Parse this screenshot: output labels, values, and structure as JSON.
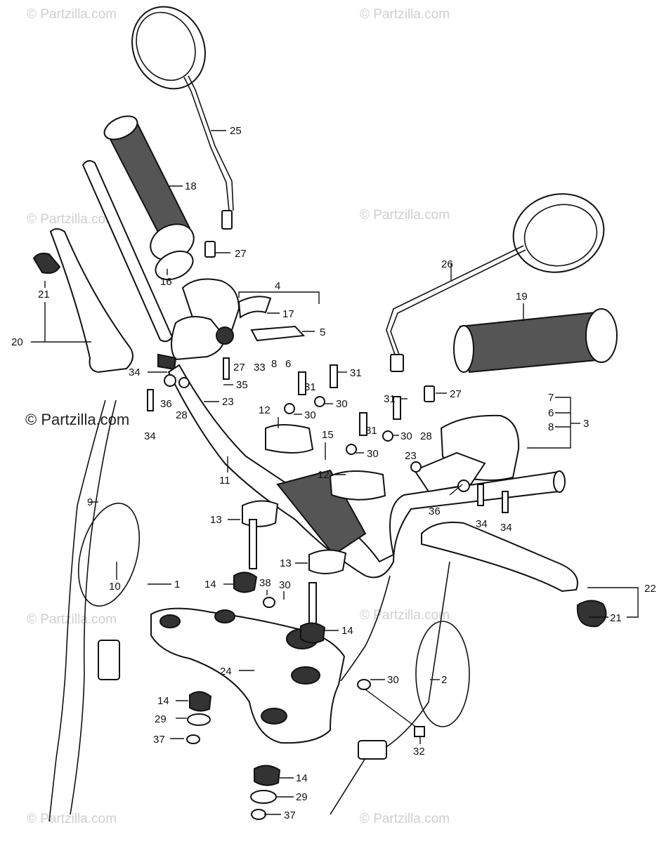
{
  "watermarks": {
    "tl": "© Partzilla.com",
    "tr": "© Partzilla.com",
    "ml": "© Partzilla.com",
    "mr": "© Partzilla.com",
    "big": "© Partzilla.com",
    "bl1": "© Partzilla.com",
    "br1": "© Partzilla.com",
    "bl2": "© Partzilla.com",
    "br2": "© Partzilla.com"
  },
  "labels": {
    "l25": "25",
    "l18": "18",
    "l27a": "27",
    "l21a": "21",
    "l20": "20",
    "l16": "16",
    "l4": "4",
    "l17": "17",
    "l5": "5",
    "l27b": "27",
    "l33": "33",
    "l8a": "8",
    "l6a": "6",
    "l34a": "34",
    "l35": "35",
    "l36a": "36",
    "l28a": "28",
    "l23a": "23",
    "l34b": "34",
    "l31a": "31",
    "l31b": "31",
    "l30a": "30",
    "l30b": "30",
    "l31c": "31",
    "l31d": "31",
    "l30c": "30",
    "l28b": "28",
    "l30d": "30",
    "l23b": "23",
    "l12a": "12",
    "l15": "15",
    "l12b": "12",
    "l26": "26",
    "l19": "19",
    "l27c": "27",
    "l7": "7",
    "l6b": "6",
    "l8b": "8",
    "l3": "3",
    "l36b": "36",
    "l34c": "34",
    "l34d": "34",
    "l9": "9",
    "l11": "11",
    "l13a": "13",
    "l10": "10",
    "l1": "1",
    "l14a": "14",
    "l38": "38",
    "l30e": "30",
    "l13b": "13",
    "l14b": "14",
    "l22": "22",
    "l21b": "21",
    "l24": "24",
    "l30f": "30",
    "l2": "2",
    "l14c": "14",
    "l29a": "29",
    "l37a": "37",
    "l32": "32",
    "l14d": "14",
    "l29b": "29",
    "l37b": "37"
  }
}
